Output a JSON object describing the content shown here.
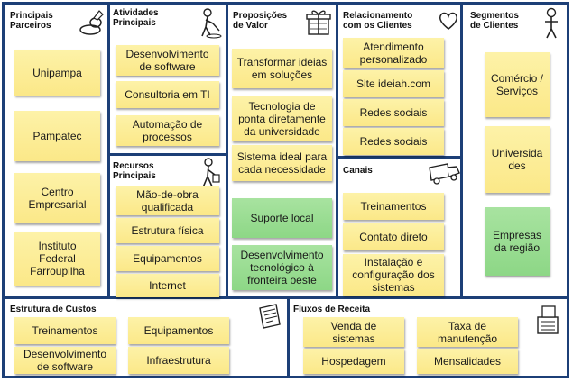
{
  "sections": {
    "partners": {
      "title": "Principais\nParceiros",
      "icon": "partners-chain-icon",
      "notes": [
        "Unipampa",
        "Pampatec",
        "Centro\nEmpresarial",
        "Instituto\nFederal\nFarroupilha"
      ]
    },
    "activities": {
      "title": "Atividades\nPrincipais",
      "icon": "activities-worker-icon",
      "notes": [
        "Desenvolvimento\nde software",
        "Consultoria em TI",
        "Automação de\nprocessos"
      ]
    },
    "resources": {
      "title": "Recursos\nPrincipais",
      "icon": "resources-worker-icon",
      "notes": [
        "Mão-de-obra\nqualificada",
        "Estrutura física",
        "Equipamentos",
        "Internet"
      ]
    },
    "value": {
      "title": "Proposições\nde Valor",
      "icon": "value-gift-icon",
      "notes": [
        "Transformar ideias\nem soluções",
        "Tecnologia de\nponta diretamente\nda universidade",
        "Sistema ideal para\ncada necessidade",
        "Suporte local",
        "Desenvolvimento\ntecnológico à\nfronteira oeste"
      ]
    },
    "relationships": {
      "title": "Relacionamento\ncom os Clientes",
      "icon": "heart-icon",
      "notes": [
        "Atendimento\npersonalizado",
        "Site ideiah.com",
        "Redes sociais",
        "Redes sociais"
      ]
    },
    "channels": {
      "title": "Canais",
      "icon": "truck-icon",
      "notes": [
        "Treinamentos",
        "Contato direto",
        "Instalação e\nconfiguração dos\nsistemas"
      ]
    },
    "segments": {
      "title": "Segmentos\nde Clientes",
      "icon": "person-icon",
      "notes": [
        "Comércio /\nServiços",
        "Universida\ndes",
        "Empresas\nda região"
      ]
    },
    "costs": {
      "title": "Estrutura de Custos",
      "icon": "document-icon",
      "notes": [
        "Treinamentos",
        "Equipamentos",
        "Desenvolvimento\nde software",
        "Infraestrutura"
      ]
    },
    "revenue": {
      "title": "Fluxos de Receita",
      "icon": "cash-register-icon",
      "notes": [
        "Venda de\nsistemas",
        "Taxa de\nmanutenção",
        "Hospedagem",
        "Mensalidades"
      ]
    }
  },
  "colors": {
    "border": "#1c3f77",
    "note_yellow": "#fbe888",
    "note_green": "#8dd786"
  }
}
